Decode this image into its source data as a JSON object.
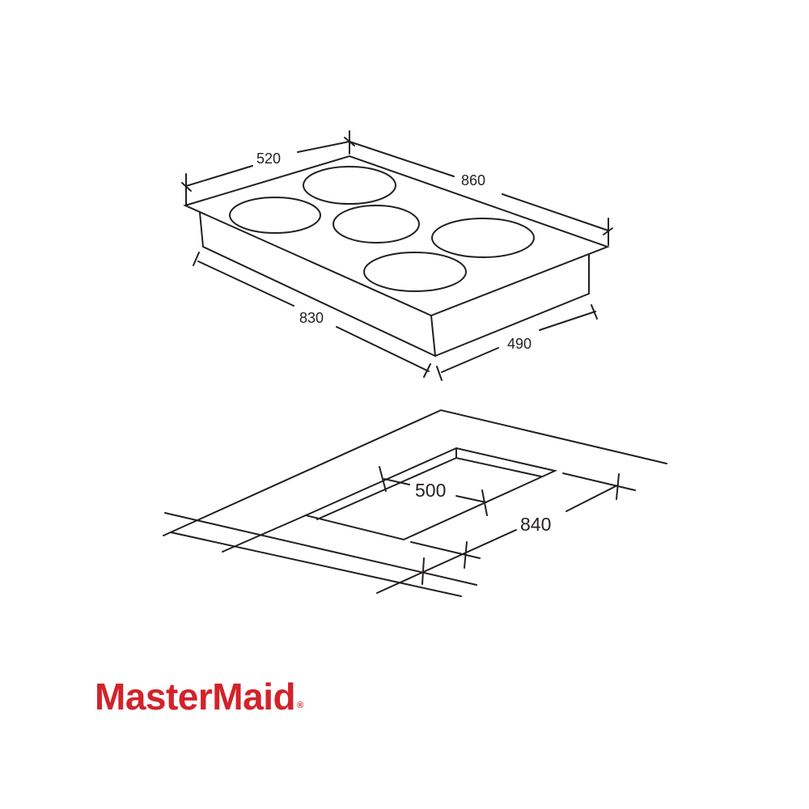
{
  "hob_drawing": {
    "dimensions": {
      "width_back": "520",
      "length_top": "860",
      "length_body": "830",
      "width_body": "490"
    },
    "burner_count": 5
  },
  "cutout_drawing": {
    "dimensions": {
      "cutout_width": "500",
      "cutout_length": "840"
    }
  },
  "brand": {
    "name": "MasterMaid",
    "registered_mark": "®",
    "color": "#d2232a"
  }
}
